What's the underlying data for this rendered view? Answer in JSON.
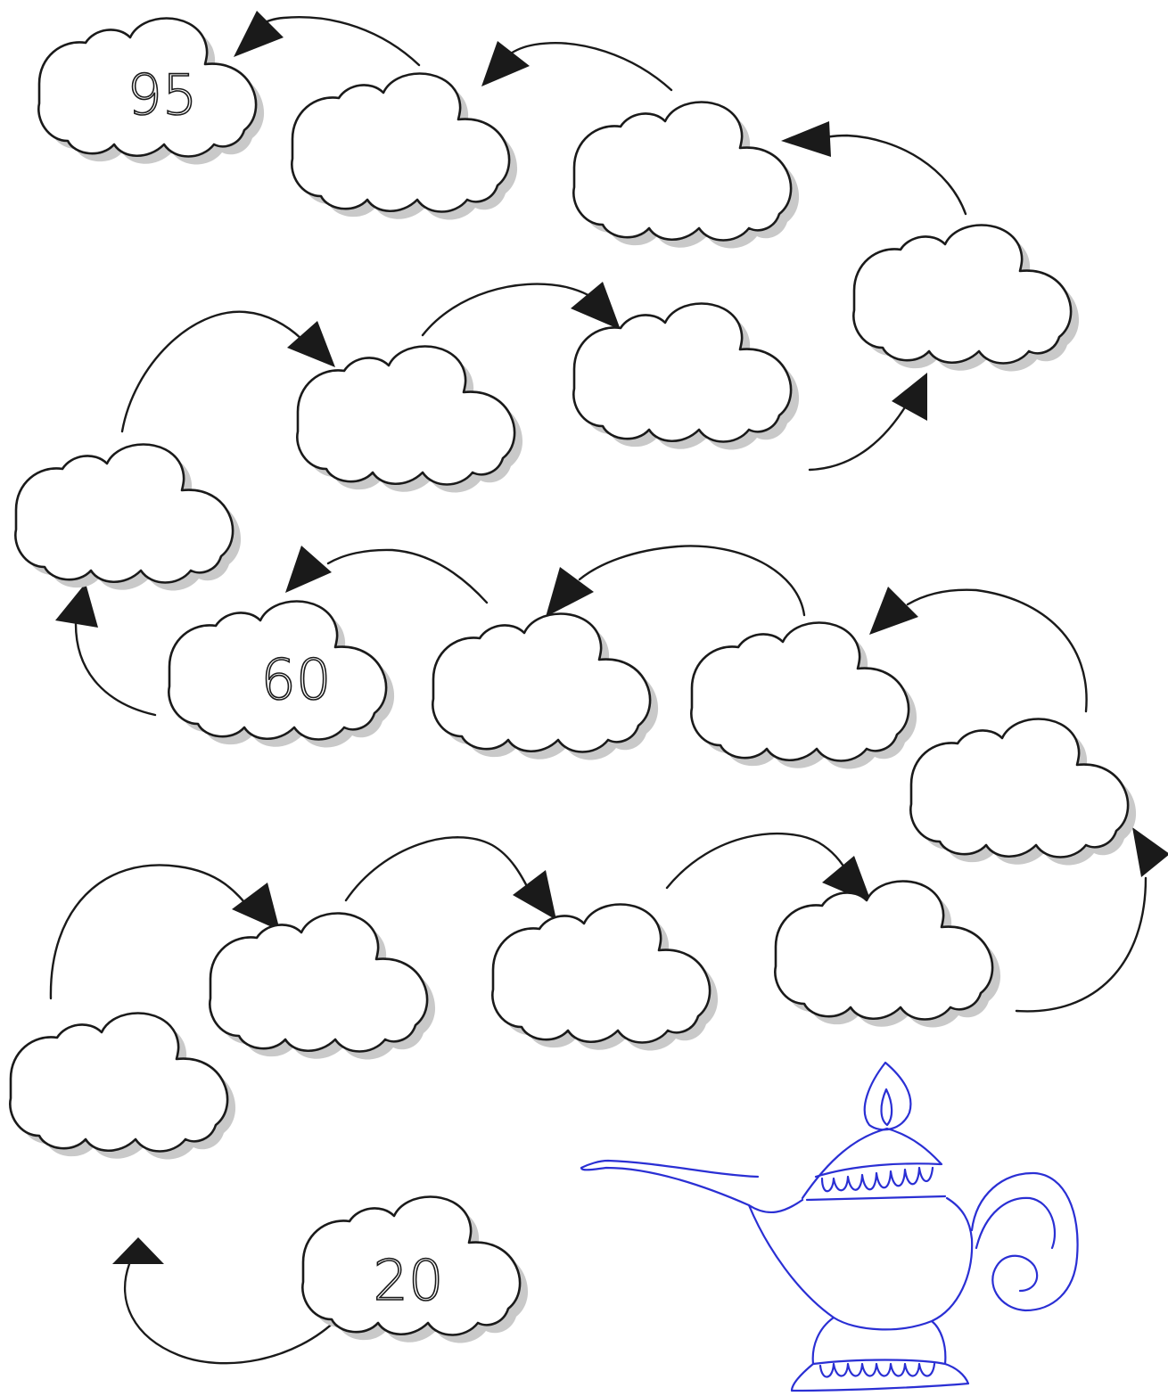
{
  "worksheet": {
    "clouds": [
      {
        "order": 1,
        "label": "20"
      },
      {
        "order": 2,
        "label": ""
      },
      {
        "order": 3,
        "label": ""
      },
      {
        "order": 4,
        "label": ""
      },
      {
        "order": 5,
        "label": ""
      },
      {
        "order": 6,
        "label": ""
      },
      {
        "order": 7,
        "label": ""
      },
      {
        "order": 8,
        "label": ""
      },
      {
        "order": 9,
        "label": "60"
      },
      {
        "order": 10,
        "label": ""
      },
      {
        "order": 11,
        "label": ""
      },
      {
        "order": 12,
        "label": ""
      },
      {
        "order": 13,
        "label": ""
      },
      {
        "order": 14,
        "label": ""
      },
      {
        "order": 15,
        "label": ""
      },
      {
        "order": 16,
        "label": "95"
      }
    ],
    "lamp": {
      "icon": "magic-lamp-icon",
      "color": "#2a2fd4"
    },
    "colors": {
      "outline": "#1a1a1a",
      "shadow": "#c9c9c9",
      "background": "#ffffff"
    }
  }
}
